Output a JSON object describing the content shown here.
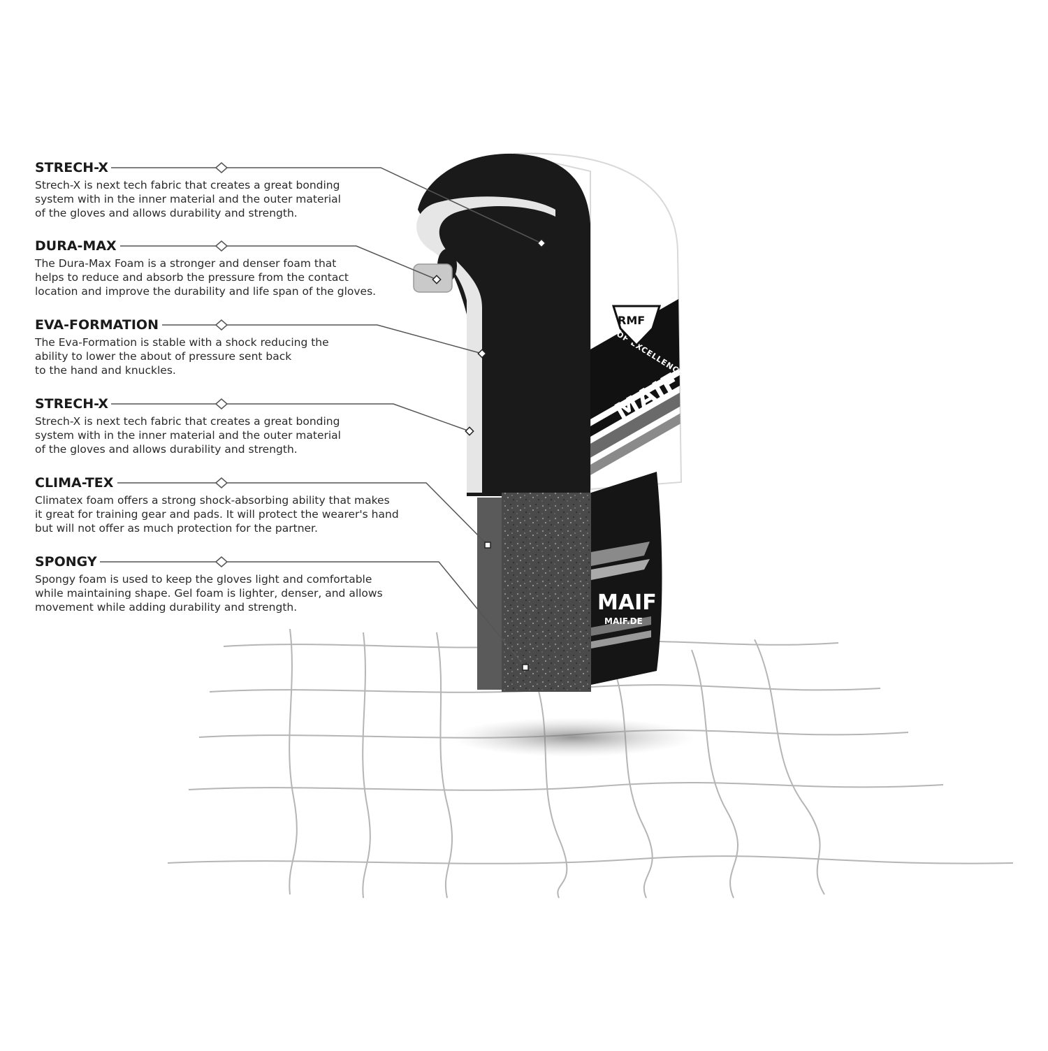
{
  "callouts": [
    {
      "title": "STRECH-X",
      "description": "Strech-X is next tech fabric that creates a great bonding\nsystem with in the inner material and the outer material\nof the gloves and allows durability and strength."
    },
    {
      "title": "DURA-MAX",
      "description": "The Dura-Max Foam is a stronger and denser foam that\nhelps to reduce and absorb the pressure from the contact\nlocation and improve the durability and life span of the gloves."
    },
    {
      "title": "EVA-FORMATION",
      "description": "The Eva-Formation is stable with a shock reducing the\nability to lower the about of pressure sent back\nto the hand and knuckles."
    },
    {
      "title": "STRECH-X",
      "description": "Strech-X is next tech fabric that creates a great bonding\nsystem with in the inner material and the outer material\nof the gloves and allows durability and strength."
    },
    {
      "title": "CLIMA-TEX",
      "description": "Climatex foam offers a strong shock-absorbing ability that makes\nit great for training gear and pads. It will protect the wearer's hand\nbut will not offer as much protection for the partner."
    },
    {
      "title": "SPONGY",
      "description": "Spongy foam is used to keep the gloves light and comfortable\nwhile maintaining shape. Gel foam is lighter, denser, and allows\nmovement while adding durability and strength."
    }
  ],
  "glove": {
    "logo": "RMF",
    "slogan": "OF EXCELLENCE",
    "brand_top": "MAIF",
    "brand_strap": "MAIF",
    "website": "MAIF.DE"
  },
  "colors": {
    "shell_black": "#1a1a1a",
    "shell_white": "#ffffff",
    "foam_white": "#e8e8e8",
    "core_gray": "#c9c9c9",
    "grid_line": "#b5b5b5",
    "leader_line": "#555555",
    "spongy_gray": "#5a5a5a"
  }
}
